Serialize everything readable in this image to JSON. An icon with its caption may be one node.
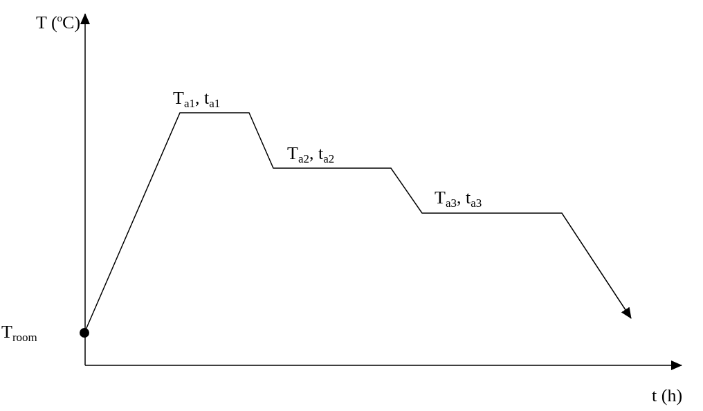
{
  "diagram": {
    "labels": [
      "T ($^{o}$C)",
      "T$_{a1}$, t$_{a1}$",
      "T$_{a2}$, t$_{a2}$",
      "T$_{a3}$, t$_{a3}$",
      "T$_{room}$",
      "t (h)"
    ]
  }
}
